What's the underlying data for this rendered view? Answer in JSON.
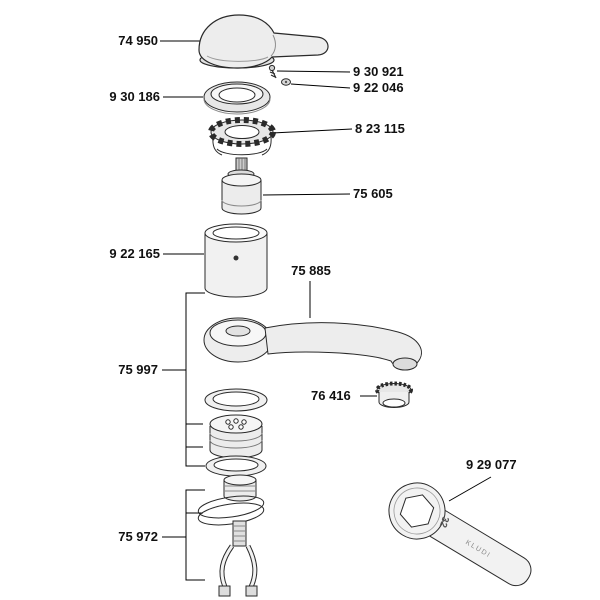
{
  "part_labels": {
    "handle": "74 950",
    "screw": "9 30 921",
    "washer": "9 22 046",
    "cap_ring": "9 30 186",
    "retaining_nut": "8 23 115",
    "cartridge": "75 605",
    "sleeve": "9 22 165",
    "spout": "75 885",
    "body_group": "75 997",
    "aerator": "76 416",
    "hose_group": "75 972",
    "wrench": "9 29 077"
  },
  "wrench_markings": {
    "size": "32",
    "brand": "KLUDI"
  },
  "colors": {
    "line": "#2a2a2a",
    "fill_light": "#ededed",
    "fill_mid": "#dddddd",
    "label_text": "#111111"
  }
}
